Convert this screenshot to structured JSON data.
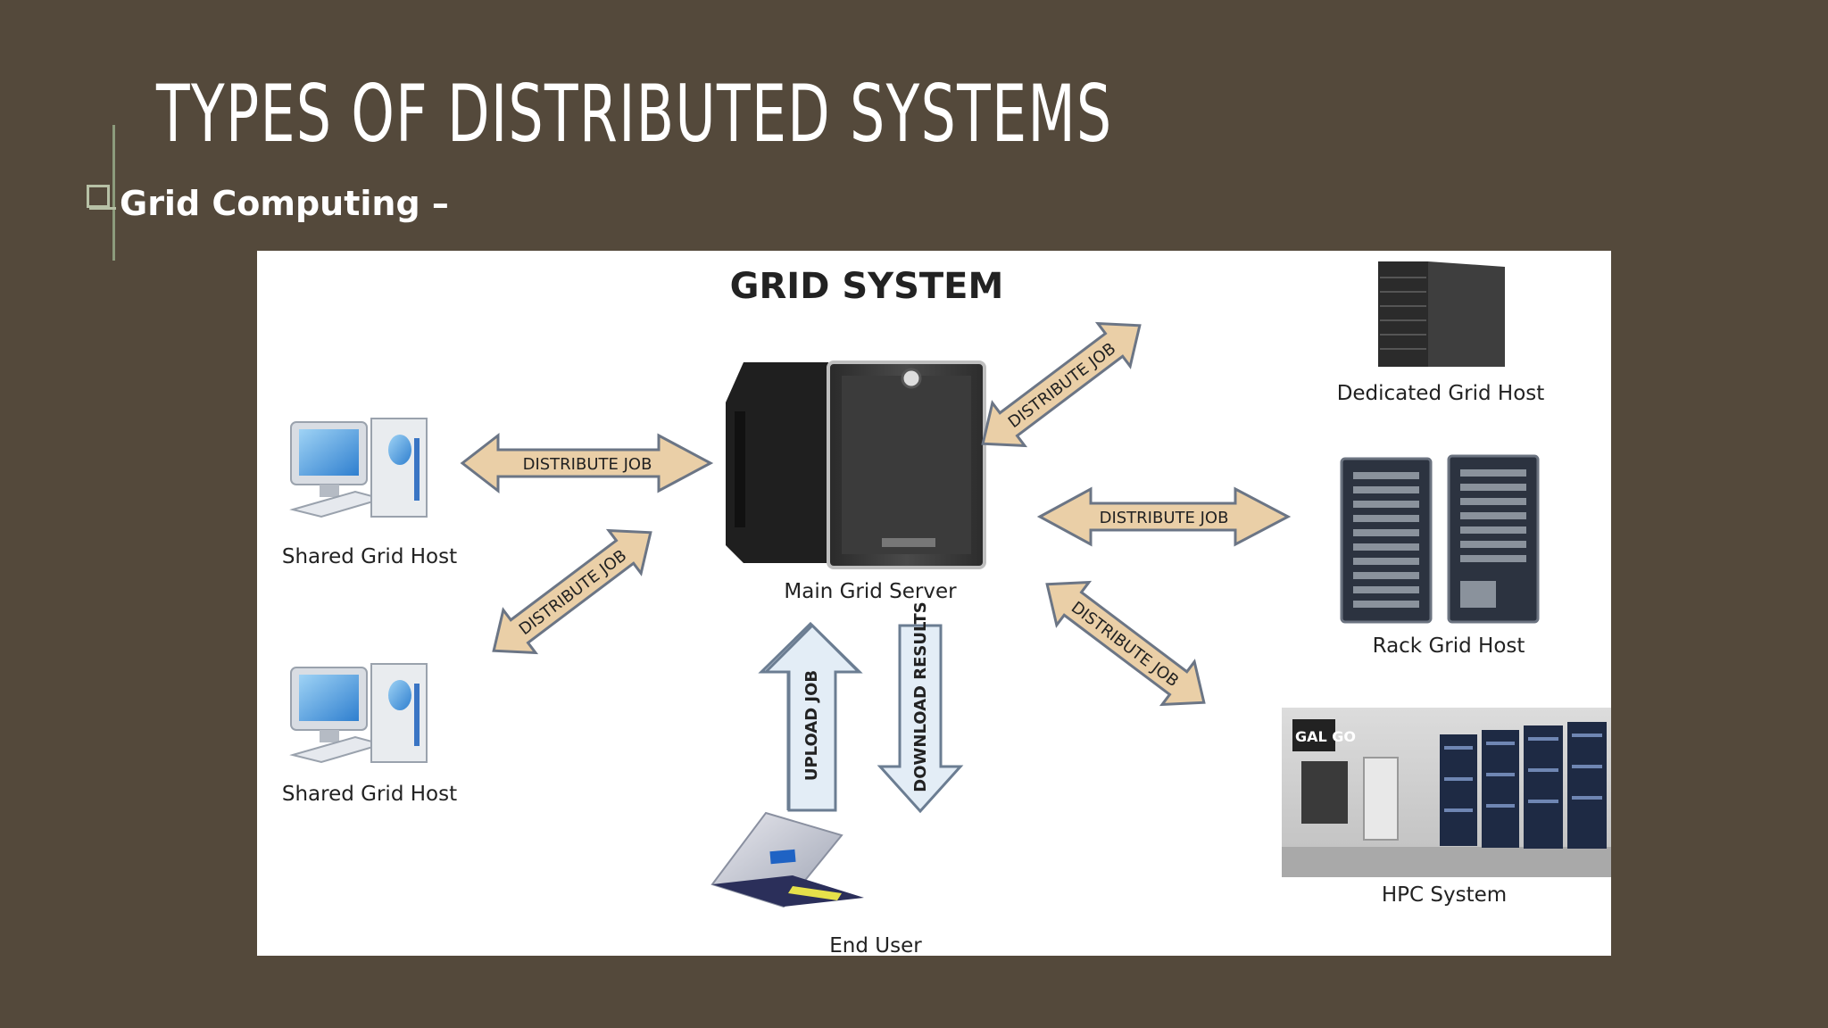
{
  "slide": {
    "title": "TYPES OF DISTRIBUTED SYSTEMS",
    "bullet": "Grid Computing –"
  },
  "diagram": {
    "title": "GRID SYSTEM",
    "nodes": {
      "main_server": "Main Grid Server",
      "shared_host_1": "Shared Grid Host",
      "shared_host_2": "Shared Grid Host",
      "dedicated_host": "Dedicated Grid Host",
      "rack_host": "Rack Grid Host",
      "hpc_system": "HPC System",
      "end_user": "End User"
    },
    "arrows": {
      "distribute_left": "DISTRIBUTE JOB",
      "distribute_lower_left": "DISTRIBUTE JOB",
      "distribute_upper_right": "DISTRIBUTE JOB",
      "distribute_right": "DISTRIBUTE JOB",
      "distribute_lower_right": "DISTRIBUTE JOB",
      "upload": "UPLOAD JOB",
      "download": "DOWNLOAD RESULTS"
    },
    "hpc_logo": "GAL GO"
  },
  "colors": {
    "background": "#54493b",
    "arrow_fill": "#eacfa7",
    "vertical_arrow_fill": "#e3edf6"
  }
}
